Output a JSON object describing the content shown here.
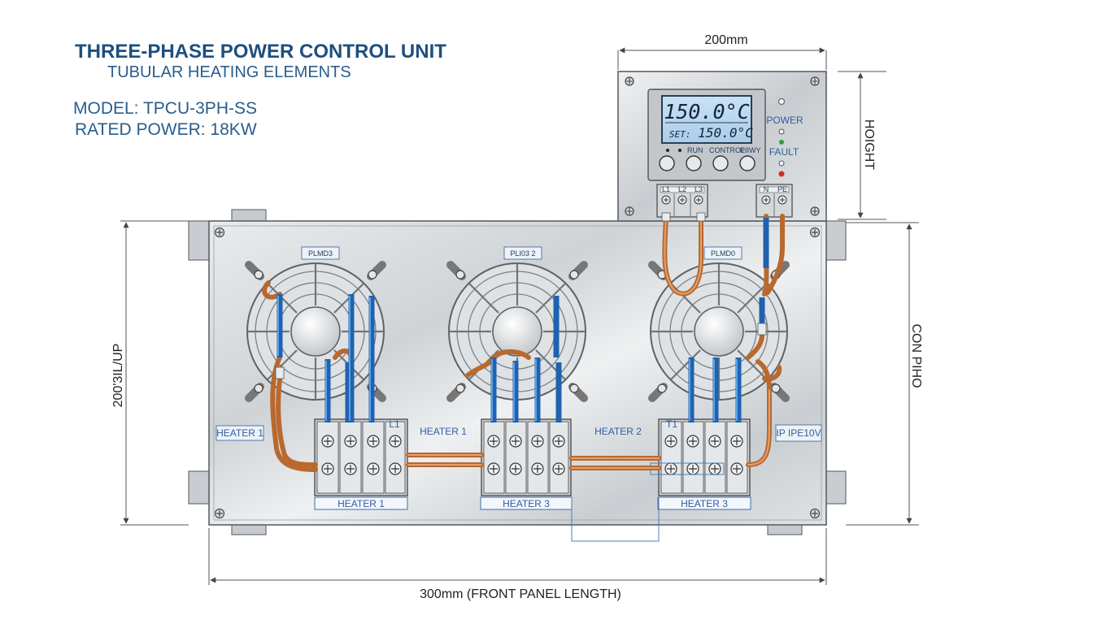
{
  "header": {
    "title": "THREE-PHASE POWER CONTROL UNIT",
    "subtitle": "TUBULAR HEATING ELEMENTS",
    "model": "MODEL: TPCU-3PH-SS",
    "rated_power": "RATED POWER: 18KW"
  },
  "dimensions": {
    "top_width": "200mm",
    "right_height": "HOIGHT",
    "right_panel": "CON PIHO",
    "left_height": "200'3IL/UP",
    "bottom_length": "300mm (FRONT PANEL LENGTH)"
  },
  "controller": {
    "display_main": "150.0°C",
    "display_set_label": "SET:",
    "display_set_value": "150.0°C",
    "button_labels": [
      "RUN",
      "CONTROL",
      "PIIWY"
    ],
    "power_label": "POWER",
    "fault_label": "FAULT",
    "terminal_left": [
      "L1",
      "L2",
      "L3"
    ],
    "terminal_right": [
      "N",
      "PE"
    ],
    "colors": {
      "power_led": "#2e9e3a",
      "fault_led": "#d42a2a",
      "display_bg": "#b7d7f0"
    }
  },
  "fans": [
    {
      "label": "PLMD3"
    },
    {
      "label": "PLI03 2"
    },
    {
      "label": "PLMD0"
    }
  ],
  "labels": {
    "heater_left": "HEATER 1",
    "heater_mid1": "HEATER 1",
    "heater_mid2": "HEATER 2",
    "heater_right": "IP IPE10V",
    "block_l1": "L1",
    "block_t1": "T1"
  },
  "terminal_blocks": [
    {
      "label": "HEATER 1"
    },
    {
      "label": "HEATER 3"
    },
    {
      "label": "HEATER 3"
    }
  ],
  "colors": {
    "accent": "#1e4f7e",
    "wire": "#b9692e",
    "conductor": "#1f63b0",
    "panel": "#d7dadd"
  }
}
